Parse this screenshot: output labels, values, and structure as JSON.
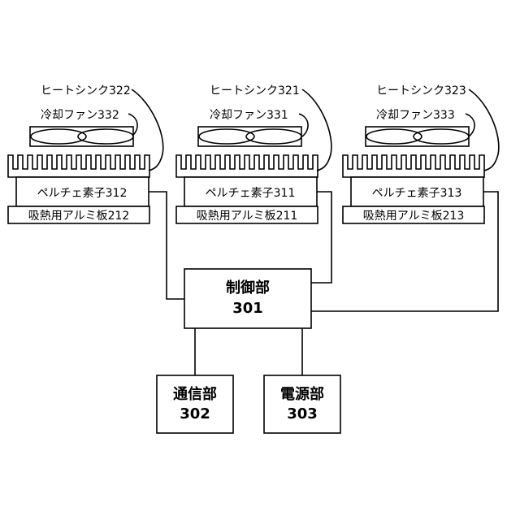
{
  "modules": [
    {
      "heatsink_label": "ヒートシンク322",
      "fan_label": "冷却ファン332",
      "peltier_label": "ペルチェ素子312",
      "plate_label": "吸熱用アルミ板212"
    },
    {
      "heatsink_label": "ヒートシンク321",
      "fan_label": "冷却ファン331",
      "peltier_label": "ペルチェ素子311",
      "plate_label": "吸熱用アルミ板211"
    },
    {
      "heatsink_label": "ヒートシンク323",
      "fan_label": "冷却ファン333",
      "peltier_label": "ペルチェ素子313",
      "plate_label": "吸熱用アルミ板213"
    }
  ],
  "control": {
    "name": "制御部",
    "number": "301"
  },
  "comm": {
    "name": "通信部",
    "number": "302"
  },
  "power": {
    "name": "電源部",
    "number": "303"
  }
}
